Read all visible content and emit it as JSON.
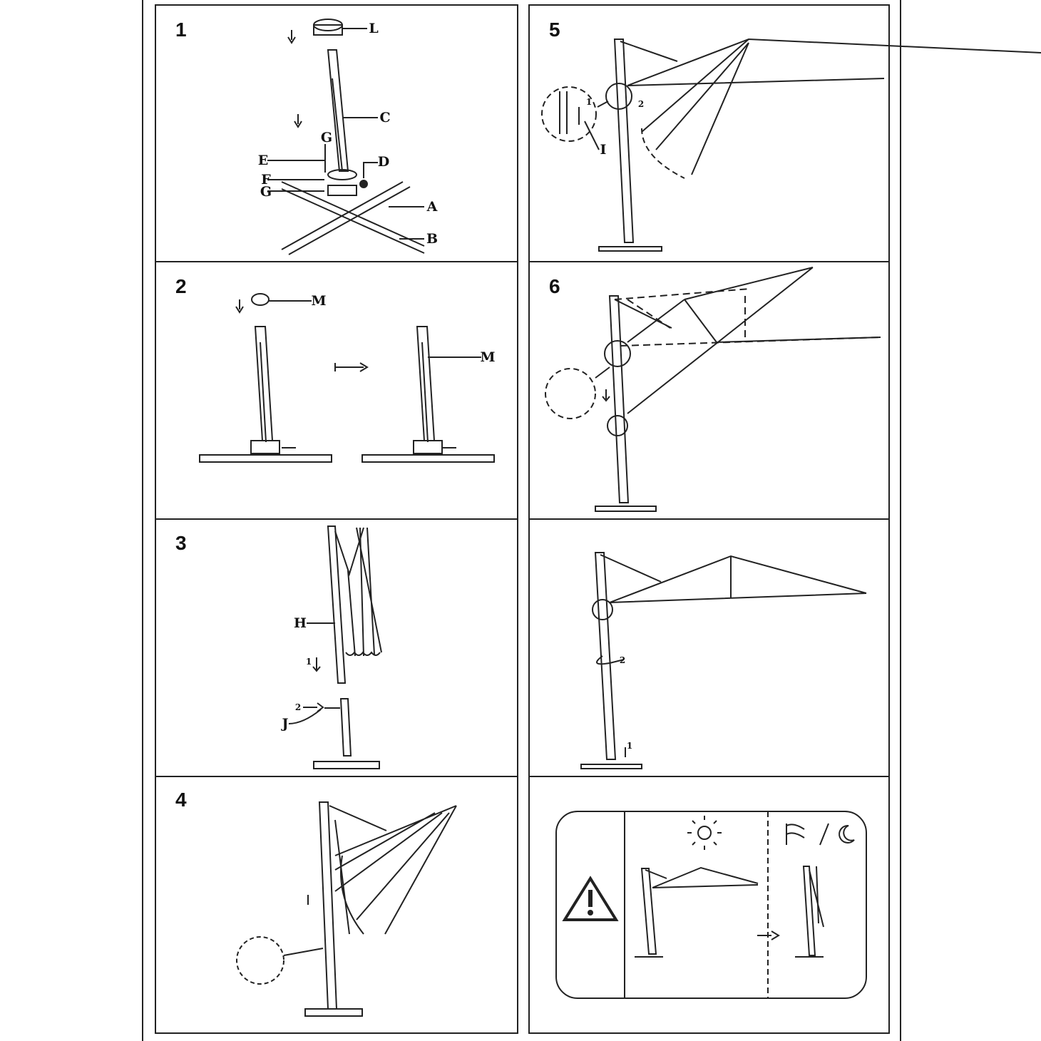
{
  "steps": {
    "s1": {
      "number": "1",
      "labels": {
        "L": "L",
        "C": "C",
        "G1": "G",
        "E": "E",
        "D": "D",
        "F": "F",
        "G2": "G",
        "A": "A",
        "B": "B"
      }
    },
    "s2": {
      "number": "2",
      "labels": {
        "M1": "M",
        "M2": "M"
      }
    },
    "s3": {
      "number": "3",
      "labels": {
        "H": "H",
        "n1": "1",
        "n2": "2",
        "J": "J"
      }
    },
    "s4": {
      "number": "4"
    },
    "s5": {
      "number": "5",
      "labels": {
        "n1": "1",
        "n2": "2",
        "I": "I"
      }
    },
    "s6": {
      "number": "6"
    },
    "s7": {
      "labels": {
        "n2": "2",
        "n1": "1"
      }
    },
    "s8": {
      "icons": [
        "warning-icon",
        "sun-icon",
        "wind-icon",
        "moon-icon"
      ],
      "separator": "/"
    }
  }
}
